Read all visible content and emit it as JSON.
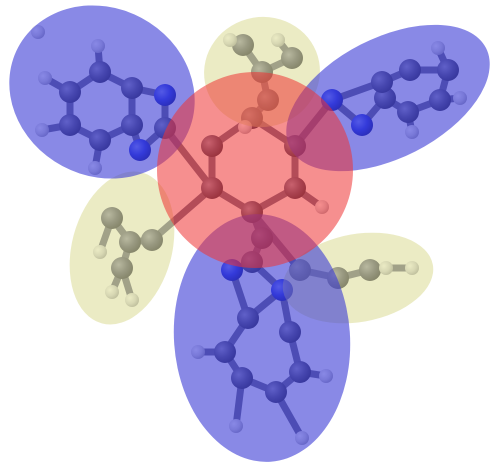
{
  "colors": {
    "background": "#ffffff",
    "blue_region": "#3a3ad6",
    "yellow_region": "#d8d88a",
    "red_region": "#ee3333",
    "carbon": "#5a5a78",
    "nitrogen": "#2a3ae0",
    "hydrogen": "#d6d6dc",
    "bond": "#6a6a86"
  },
  "regions": [
    {
      "name": "blue-region-upper-left",
      "kind": "blue"
    },
    {
      "name": "blue-region-upper-right",
      "kind": "blue"
    },
    {
      "name": "blue-region-bottom",
      "kind": "blue"
    },
    {
      "name": "yellow-region-top",
      "kind": "yellow"
    },
    {
      "name": "yellow-region-left",
      "kind": "yellow"
    },
    {
      "name": "yellow-region-lower-right",
      "kind": "yellow"
    },
    {
      "name": "red-region-center",
      "kind": "red"
    }
  ],
  "atom_types": [
    "carbon",
    "nitrogen",
    "hydrogen"
  ]
}
